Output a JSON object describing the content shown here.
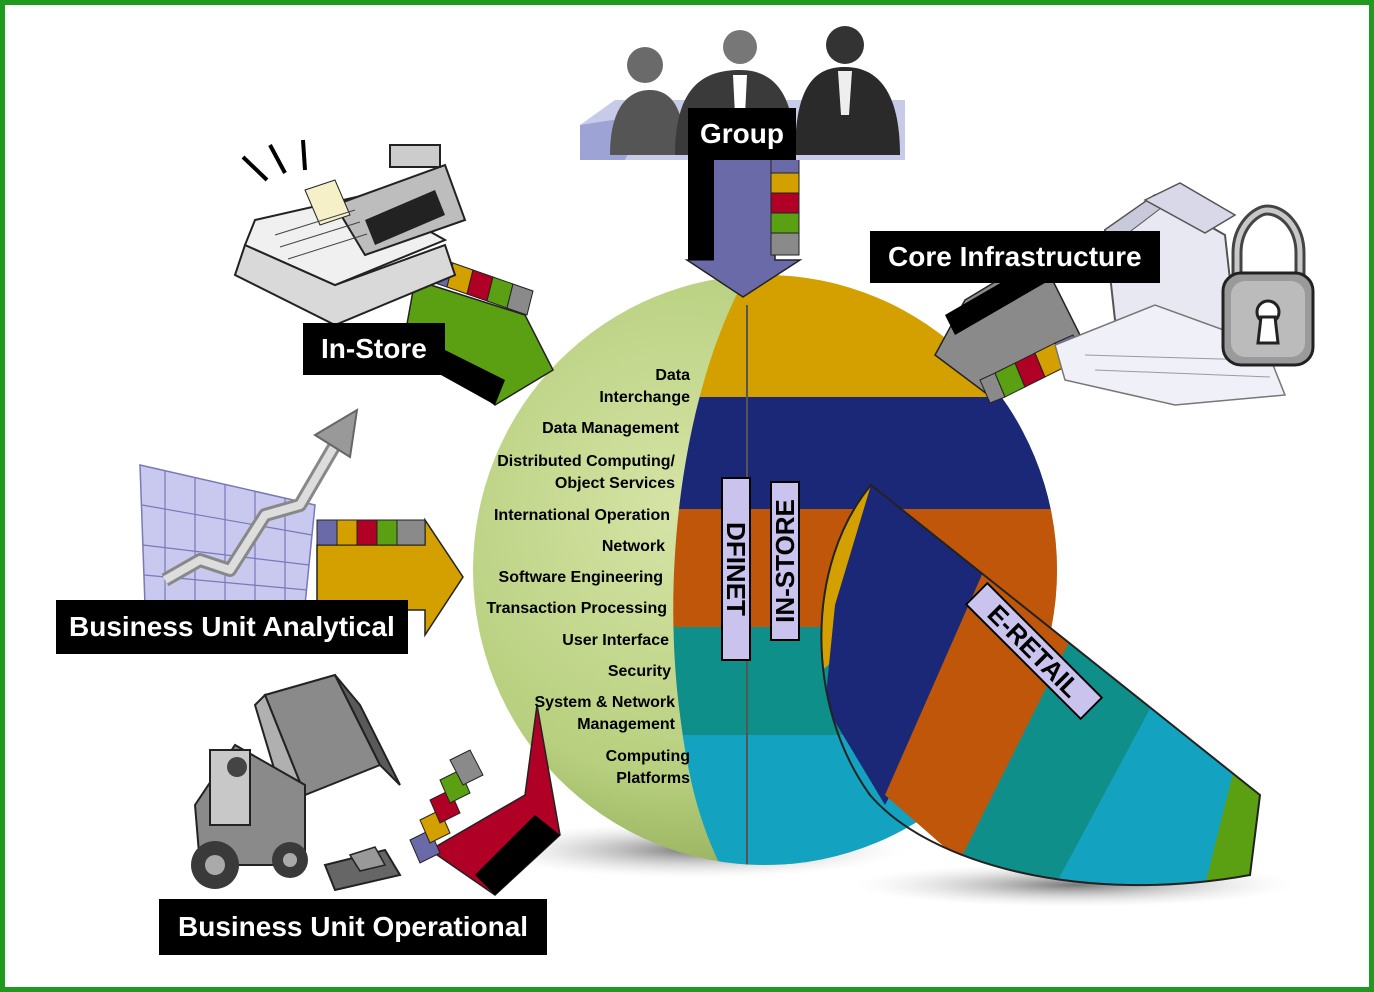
{
  "colors": {
    "border": "#1f9a1f",
    "purple": "#6a6aa8",
    "gold": "#d4a000",
    "red": "#b00025",
    "green": "#5aa012",
    "gray": "#8a8a8a",
    "navy": "#1b2878",
    "orange": "#c0560a",
    "teal": "#0f8f8a",
    "cyan": "#13a2c0",
    "sphere_green": "#b7cf7e",
    "label_bg": "#000000",
    "label_fg": "#ffffff"
  },
  "sources": {
    "group": "Group",
    "core_infrastructure": "Core Infrastructure",
    "in_store": "In-Store",
    "business_unit_analytical": "Business Unit Analytical",
    "business_unit_operational": "Business Unit Operational"
  },
  "sphere": {
    "layers": {
      "data_interchange_1": "Data",
      "data_interchange_2": "Interchange",
      "data_management": "Data Management",
      "distributed_1": "Distributed Computing/",
      "distributed_2": "Object Services",
      "international": "International Operation",
      "network": "Network",
      "software_engineering": "Software Engineering",
      "transaction_processing": "Transaction Processing",
      "user_interface": "User Interface",
      "security": "Security",
      "system_mgmt_1": "System & Network",
      "system_mgmt_2": "Management",
      "computing_1": "Computing",
      "computing_2": "Platforms"
    },
    "segments": {
      "dfinet": "DFINET",
      "in_store": "IN-STORE",
      "e_retail": "E-RETAIL"
    }
  },
  "icons": {
    "people": "business-meeting-icon",
    "cash_register": "cash-register-icon",
    "growth_chart": "growth-chart-icon",
    "forklift": "forklift-icon",
    "server": "server-icon",
    "padlock": "padlock-icon"
  }
}
